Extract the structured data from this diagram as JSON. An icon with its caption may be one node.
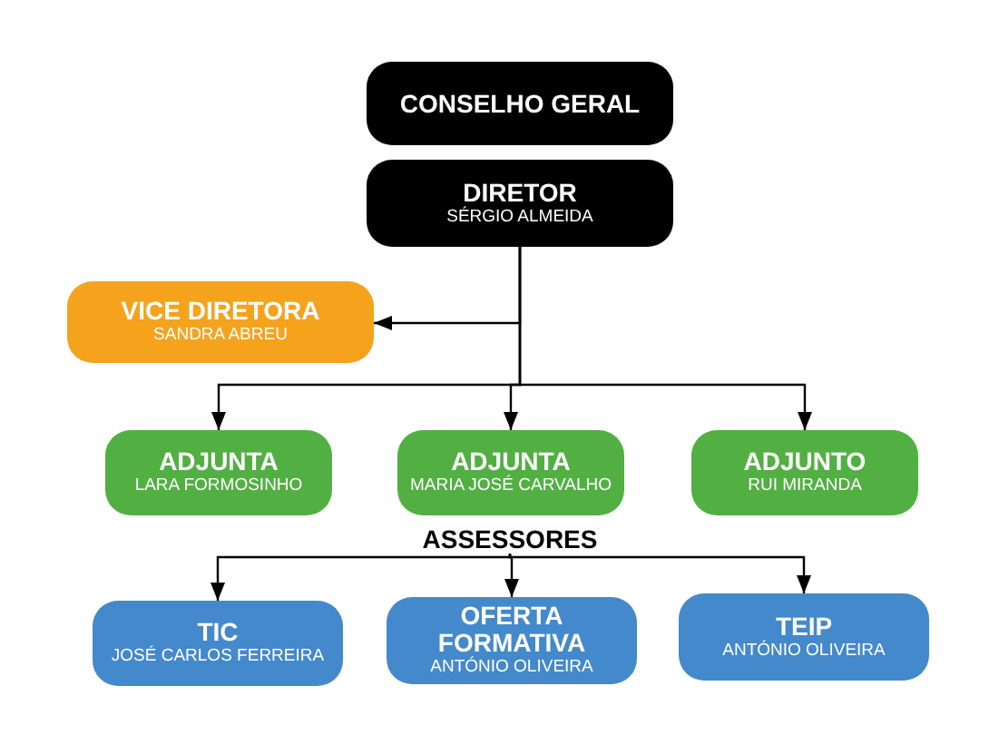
{
  "diagram": {
    "nodes": [
      {
        "text": [
          "CONSELHO GERAL"
        ]
      },
      {
        "text": [
          "DIRETOR",
          "SÉRGIO ALMEIDA"
        ]
      },
      {
        "text": [
          "VICE DIRETORA",
          "SANDRA ABREU"
        ]
      },
      {
        "text": [
          "ADJUNTA",
          "LARA FORMOSINHO"
        ]
      },
      {
        "text": [
          "ADJUNTA",
          "MARIA JOSÉ CARVALHO"
        ]
      },
      {
        "text": [
          "ADJUNTO",
          "RUI MIRANDA"
        ]
      },
      {
        "text": [
          "ASSESSORES"
        ]
      },
      {
        "text": [
          "TIC",
          "JOSÉ CARLOS FERREIRA"
        ]
      },
      {
        "text": [
          "OFERTA FORMATIVA",
          "ANTÓNIO OLIVEIRA"
        ]
      },
      {
        "text": [
          "TEIP",
          "ANTÓNIO OLIVEIRA"
        ]
      }
    ],
    "edges": [
      {
        "from": 1,
        "to": 2,
        "arrow": "to"
      },
      {
        "from": 1,
        "to": 3,
        "arrow": "to"
      },
      {
        "from": 1,
        "to": 4,
        "arrow": "to"
      },
      {
        "from": 1,
        "to": 5,
        "arrow": "to"
      },
      {
        "from": 6,
        "to": 7,
        "arrow": "to"
      },
      {
        "from": 6,
        "to": 8,
        "arrow": "to"
      },
      {
        "from": 6,
        "to": 9,
        "arrow": "to"
      }
    ]
  }
}
